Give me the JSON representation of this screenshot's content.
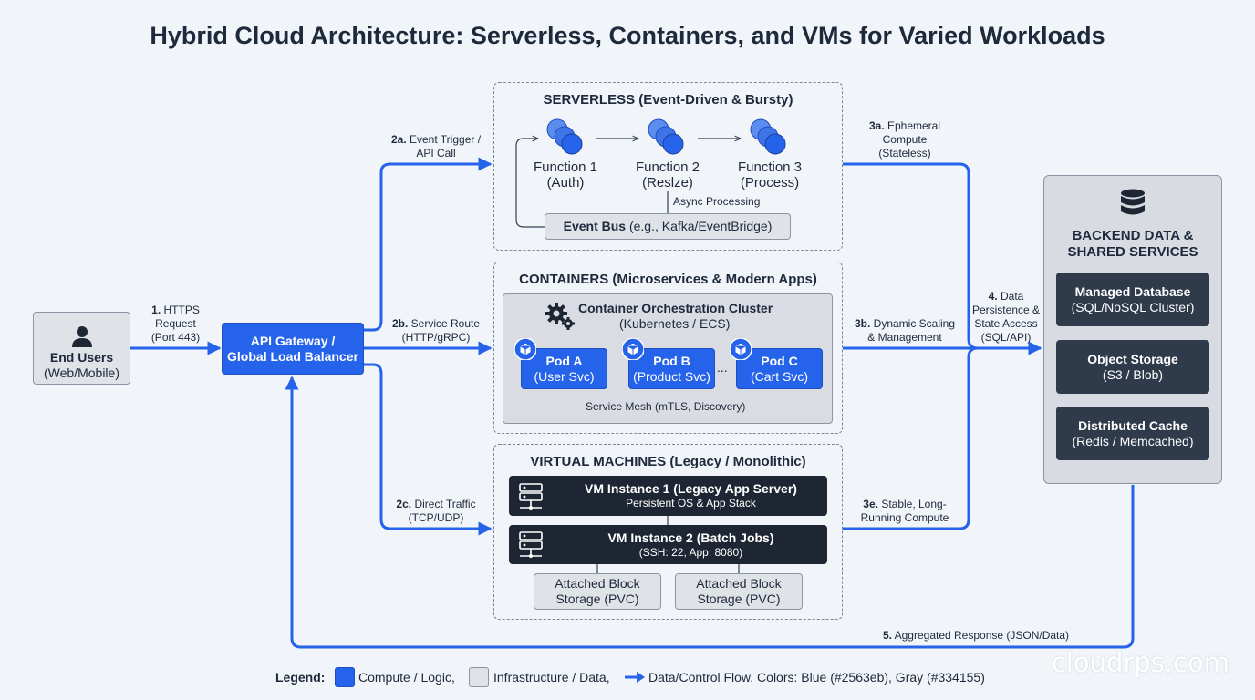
{
  "title": "Hybrid Cloud Architecture: Serverless, Containers, and VMs for Varied Workloads",
  "end_users": {
    "line1": "End Users",
    "line2": "(Web/Mobile)"
  },
  "gateway": {
    "line1": "API Gateway /",
    "line2": "Global Load Balancer"
  },
  "flow_labels": {
    "f1": {
      "num": "1.",
      "line1": " HTTPS",
      "line2": "Request",
      "line3": "(Port 443)"
    },
    "f2a": {
      "num": "2a.",
      "line1": " Event Trigger /",
      "line2": "API Call"
    },
    "f2b": {
      "num": "2b.",
      "line1": " Service Route",
      "line2": "(HTTP/gRPC)"
    },
    "f2c": {
      "num": "2c.",
      "line1": " Direct Traffic",
      "line2": "(TCP/UDP)"
    },
    "f3a": {
      "num": "3a.",
      "line1": " Ephemeral",
      "line2": "Compute",
      "line3": "(Stateless)"
    },
    "f3b": {
      "num": "3b.",
      "line1": " Dynamic Scaling",
      "line2": "& Management"
    },
    "f3e": {
      "num": "3e.",
      "line1": " Stable, Long-",
      "line2": "Running Compute"
    },
    "f4": {
      "num": "4.",
      "line1": " Data",
      "line2": "Persistence &",
      "line3": "State Access",
      "line4": "(SQL/API)"
    },
    "f5": {
      "num": "5.",
      "line1": " Aggregated Response (JSON/Data)"
    }
  },
  "serverless": {
    "title": "SERVERLESS (Event-Driven & Bursty)",
    "functions": [
      {
        "name": "Function 1",
        "desc": "(Auth)"
      },
      {
        "name": "Function 2",
        "desc": "(Reslze)"
      },
      {
        "name": "Function 3",
        "desc": "(Process)"
      }
    ],
    "async_label": "Async Processing",
    "event_bus": {
      "bold": "Event Bus",
      "rest": " (e.g., Kafka/EventBridge)"
    }
  },
  "containers": {
    "title": "CONTAINERS (Microservices & Modern Apps)",
    "cluster_title": "Container Orchestration Cluster",
    "cluster_sub": "(Kubernetes / ECS)",
    "pods": [
      {
        "name": "Pod A",
        "svc": "(User Svc)"
      },
      {
        "name": "Pod B",
        "svc": "(Product Svc)"
      },
      {
        "name": "Pod C",
        "svc": "(Cart Svc)"
      }
    ],
    "ellipsis": "...",
    "mesh_label": "Service Mesh (mTLS, Discovery)"
  },
  "vms": {
    "title": "VIRTUAL MACHINES (Legacy / Monolithic)",
    "instances": [
      {
        "title": "VM Instance 1 (Legacy App Server)",
        "sub": "Persistent OS & App Stack"
      },
      {
        "title": "VM Instance 2 (Batch Jobs)",
        "sub": "(SSH: 22, App: 8080)"
      }
    ],
    "storage": [
      {
        "line1": "Attached Block",
        "line2": "Storage (PVC)"
      },
      {
        "line1": "Attached Block",
        "line2": "Storage (PVC)"
      }
    ]
  },
  "backend": {
    "title_line1": "BACKEND DATA &",
    "title_line2": "SHARED SERVICES",
    "services": [
      {
        "name": "Managed Database",
        "desc": "(SQL/NoSQL Cluster)"
      },
      {
        "name": "Object Storage",
        "desc": "(S3 / Blob)"
      },
      {
        "name": "Distributed Cache",
        "desc": "(Redis / Memcached)"
      }
    ]
  },
  "legend": {
    "label": "Legend:",
    "compute": "Compute / Logic,",
    "infra": "Infrastructure / Data,",
    "flow": "Data/Control Flow. Colors: Blue (#2563eb), Gray (#334155)"
  },
  "watermark": "cloudrps.com",
  "colors": {
    "blue": "#2563eb",
    "gray": "#334155",
    "dark": "#1f2633"
  },
  "icons": [
    "user-icon",
    "function-icon",
    "gear-icon",
    "cube-icon",
    "server-icon",
    "database-icon"
  ]
}
